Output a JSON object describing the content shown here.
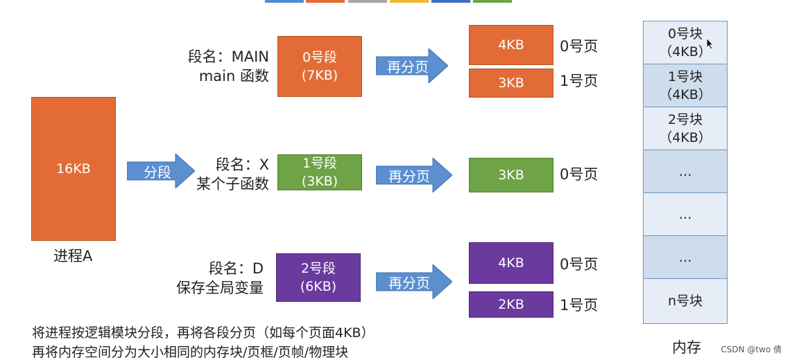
{
  "top_colors": [
    "#4f8fd1",
    "#e36c36",
    "#a6a6a6",
    "#f2b731",
    "#3f6fc0",
    "#6ea346"
  ],
  "process": {
    "box": "16KB",
    "label": "进程A"
  },
  "split_arrow": "分段",
  "segments": [
    {
      "name_line1": "段名：MAIN",
      "name_line2": "main 函数",
      "box": "0号段\n(7KB)",
      "color": "orange",
      "arrow": "再分页",
      "pages": [
        {
          "size": "4KB",
          "label": "0号页"
        },
        {
          "size": "3KB",
          "label": "1号页"
        }
      ]
    },
    {
      "name_line1": "段名：X",
      "name_line2": "某个子函数",
      "box": "1号段\n(3KB)",
      "color": "green",
      "arrow": "再分页",
      "pages": [
        {
          "size": "3KB",
          "label": "0号页"
        }
      ]
    },
    {
      "name_line1": "段名：D",
      "name_line2": "保存全局变量",
      "box": "2号段\n(6KB)",
      "color": "purple",
      "arrow": "再分页",
      "pages": [
        {
          "size": "4KB",
          "label": "0号页"
        },
        {
          "size": "2KB",
          "label": "1号页"
        }
      ]
    }
  ],
  "memory": {
    "cells": [
      "0号块\n（4KB）",
      "1号块\n（4KB）",
      "2号块\n（4KB）",
      "…",
      "…",
      "…",
      "n号块"
    ],
    "label": "内存"
  },
  "notes": [
    "将进程按逻辑模块分段，再将各段分页（如每个页面4KB）",
    "再将内存空间分为大小相同的内存块/页框/页帧/物理块"
  ],
  "watermark": "CSDN @two 倩"
}
